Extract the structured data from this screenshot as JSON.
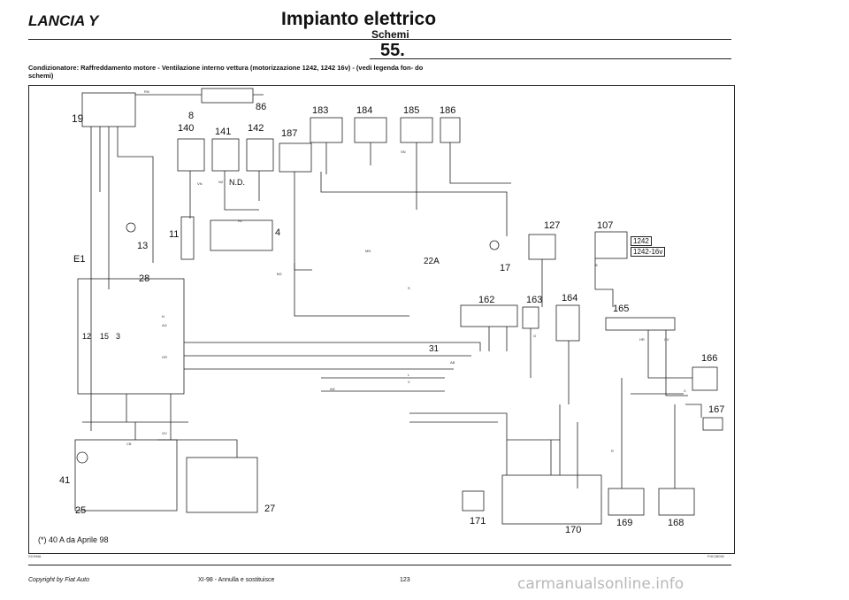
{
  "header": {
    "brand": "LANCIA Y",
    "title": "Impianto elettrico",
    "subtitle": "Schemi",
    "page_number": "55."
  },
  "caption": "Condizionatore: Raffreddamento motore - Ventilazione interno vettura (motorizzazione 1242, 1242 16v) - (vedi legenda fon- do schemi)",
  "diagram": {
    "note": "(*) 40 A da Aprile 98",
    "code_left": "SCHMA",
    "code_right": "P4C28092",
    "component_labels": [
      "19",
      "8",
      "86",
      "140",
      "141",
      "142",
      "187",
      "183",
      "184",
      "185",
      "186",
      "13",
      "11",
      "4",
      "28",
      "E1",
      "12",
      "15",
      "3",
      "41",
      "25",
      "27",
      "127",
      "107",
      "17",
      "22A",
      "162",
      "163",
      "164",
      "165",
      "166",
      "167",
      "31",
      "171",
      "170",
      "169",
      "168"
    ],
    "wire_labels": [
      "RN",
      "N",
      "AG",
      "GR",
      "AN",
      "MN",
      "S",
      "V",
      "L",
      "BG",
      "NZ",
      "N.D.",
      "AB",
      "GV",
      "CB",
      "R",
      "B",
      "G",
      "C",
      "HR",
      "CV",
      "VN",
      "SN",
      "RL"
    ],
    "engine_labels": [
      "1242",
      "1242-16v"
    ]
  },
  "footer": {
    "copyright": "Copyright by Fiat Auto",
    "edition": "XI-98 - Annulla e sostituisce",
    "page": "123"
  },
  "watermark": "carmanualsonline.info"
}
